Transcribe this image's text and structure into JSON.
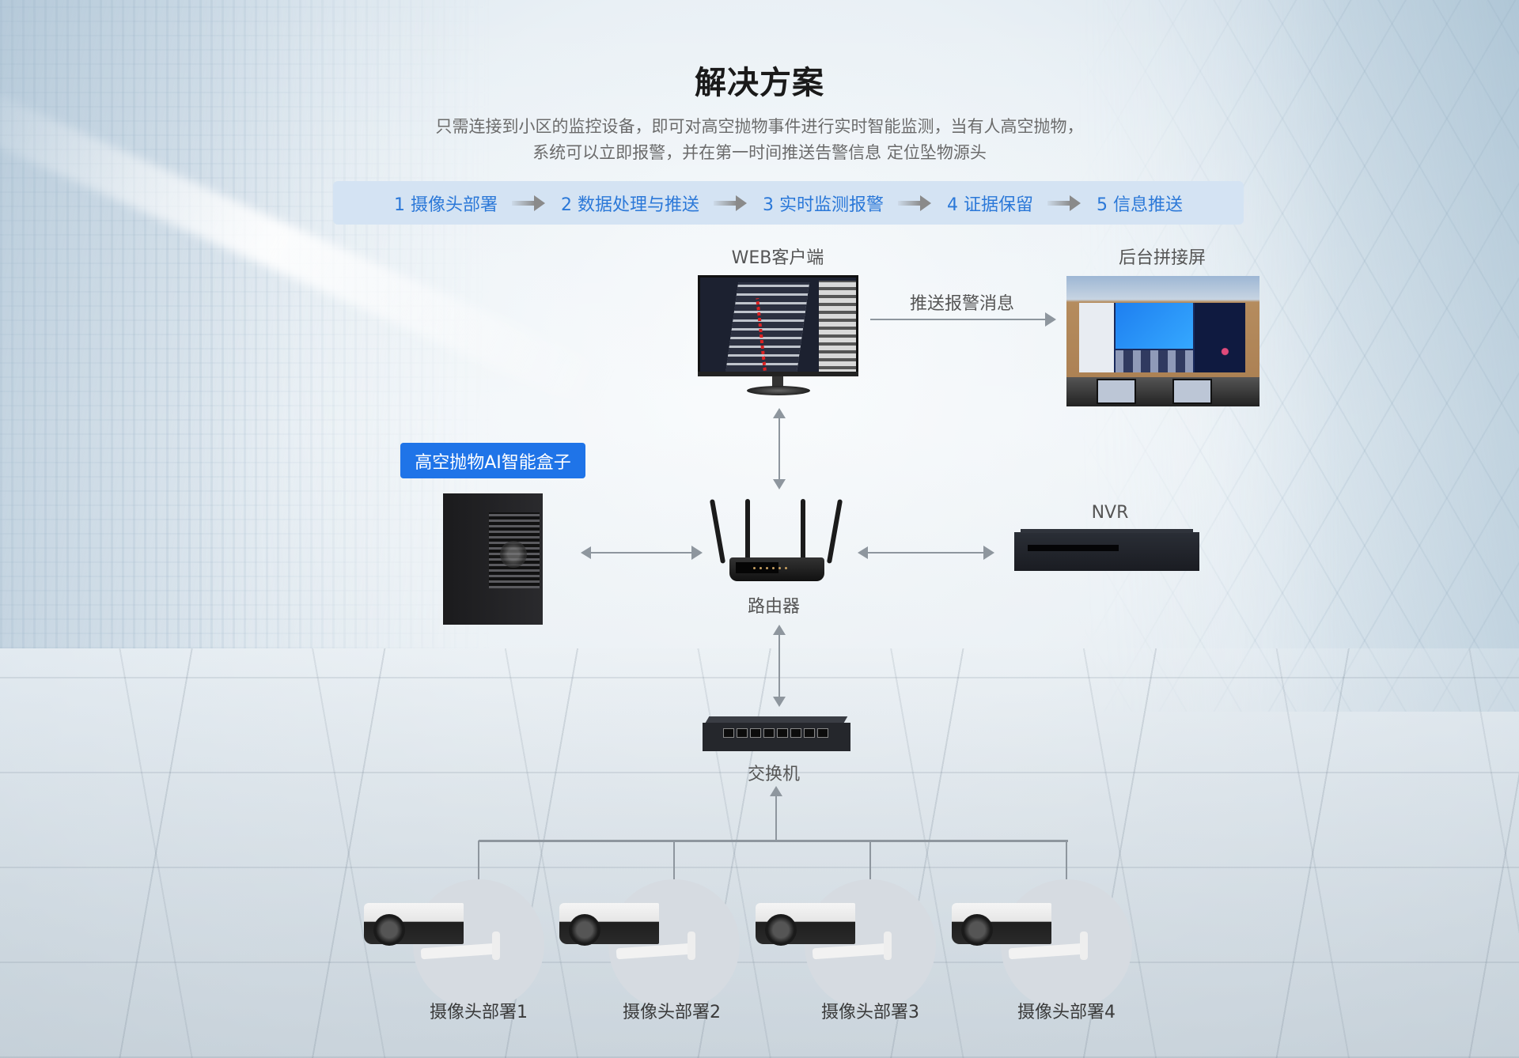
{
  "header": {
    "title": "解决方案",
    "subtitle_line1": "只需连接到小区的监控设备，即可对高空抛物事件进行实时智能监测，当有人高空抛物，",
    "subtitle_line2": "系统可以立即报警，并在第一时间推送告警信息 定位坠物源头"
  },
  "steps": [
    {
      "label": "1 摄像头部署"
    },
    {
      "label": "2 数据处理与推送"
    },
    {
      "label": "3 实时监测报警"
    },
    {
      "label": "4 证据保留"
    },
    {
      "label": "5 信息推送"
    }
  ],
  "nodes": {
    "web_client": {
      "label": "WEB客户端",
      "icon": "monitor-icon"
    },
    "video_wall": {
      "label": "后台拼接屏",
      "icon": "video-wall-icon"
    },
    "push_edge": {
      "label": "推送报警消息"
    },
    "ai_box": {
      "label": "高空抛物AI智能盒子",
      "icon": "ai-box-icon"
    },
    "router": {
      "label": "路由器",
      "icon": "router-icon"
    },
    "nvr": {
      "label": "NVR",
      "icon": "nvr-icon"
    },
    "switch": {
      "label": "交换机",
      "icon": "switch-icon"
    },
    "cameras": [
      {
        "label": "摄像头部署1",
        "icon": "camera-icon"
      },
      {
        "label": "摄像头部署2",
        "icon": "camera-icon"
      },
      {
        "label": "摄像头部署3",
        "icon": "camera-icon"
      },
      {
        "label": "摄像头部署4",
        "icon": "camera-icon"
      }
    ]
  },
  "colors": {
    "step_bar_bg": "#d4e3f3",
    "step_text": "#2b78d8",
    "badge_bg": "#1f74e8",
    "connector": "#8e969e"
  }
}
